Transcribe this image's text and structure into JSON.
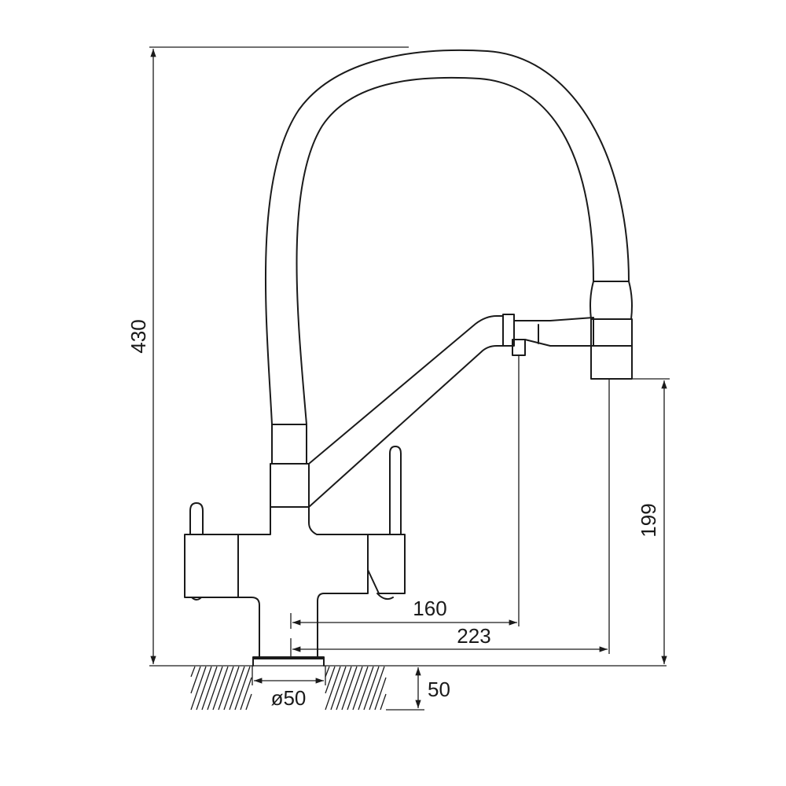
{
  "dimensions": {
    "height_total": "430",
    "spout_height": "199",
    "reach_filter": "160",
    "reach_spout": "223",
    "base_diameter": "ø50",
    "deck_thickness": "50"
  }
}
